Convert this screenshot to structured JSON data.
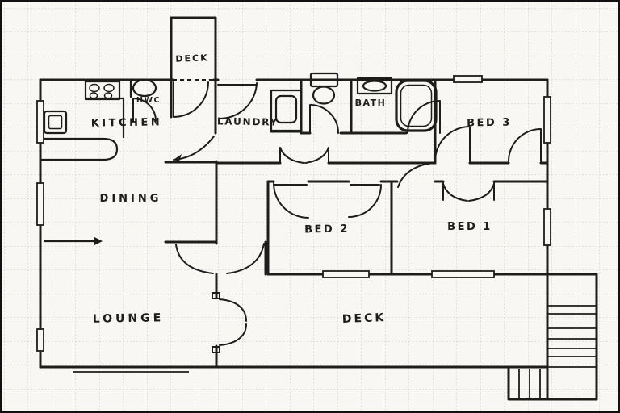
{
  "plan": {
    "rooms": [
      {
        "id": "deck-top",
        "label": "DECK"
      },
      {
        "id": "kitchen",
        "label": "KITCHEN"
      },
      {
        "id": "hwc",
        "label": "HWC"
      },
      {
        "id": "laundry",
        "label": "LAUNDRY"
      },
      {
        "id": "bath",
        "label": "BATH"
      },
      {
        "id": "bed3",
        "label": "BED 3"
      },
      {
        "id": "dining",
        "label": "DINING"
      },
      {
        "id": "bed2",
        "label": "BED 2"
      },
      {
        "id": "bed1",
        "label": "BED 1"
      },
      {
        "id": "lounge",
        "label": "LOUNGE"
      },
      {
        "id": "deck-bottom",
        "label": "DECK"
      }
    ],
    "fixtures": [
      "stove",
      "hot-water-cylinder",
      "washing-machine",
      "toilet",
      "vanity-basin",
      "bathtub",
      "kitchen-bench",
      "stairs",
      "entry-steps"
    ],
    "colors": {
      "paper": "#f8f7f4",
      "grid": "#bdc0c3",
      "ink": "#1d1d1b"
    }
  }
}
